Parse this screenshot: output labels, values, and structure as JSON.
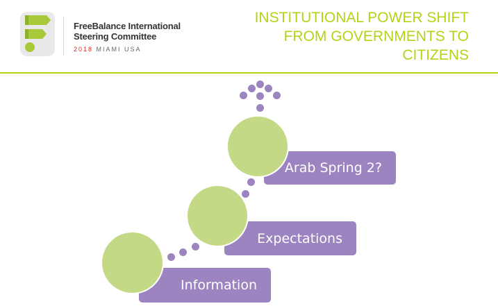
{
  "header": {
    "logo": {
      "icon": "freebalance-f-logo-icon",
      "line1": "FreeBalance International",
      "line2": "Steering Committee",
      "year": "2018",
      "location": "MIAMI USA"
    },
    "title_lines": [
      "INSTITUTIONAL POWER SHIFT",
      "FROM GOVERNMENTS TO",
      "CITIZENS"
    ]
  },
  "colors": {
    "accent_green": "#b6d117",
    "circle_green": "#c4d986",
    "purple": "#9b84bf",
    "year_red": "#e0201f"
  },
  "steps": [
    {
      "label": "Information"
    },
    {
      "label": "Expectations"
    },
    {
      "label": "Arab Spring 2?"
    }
  ]
}
